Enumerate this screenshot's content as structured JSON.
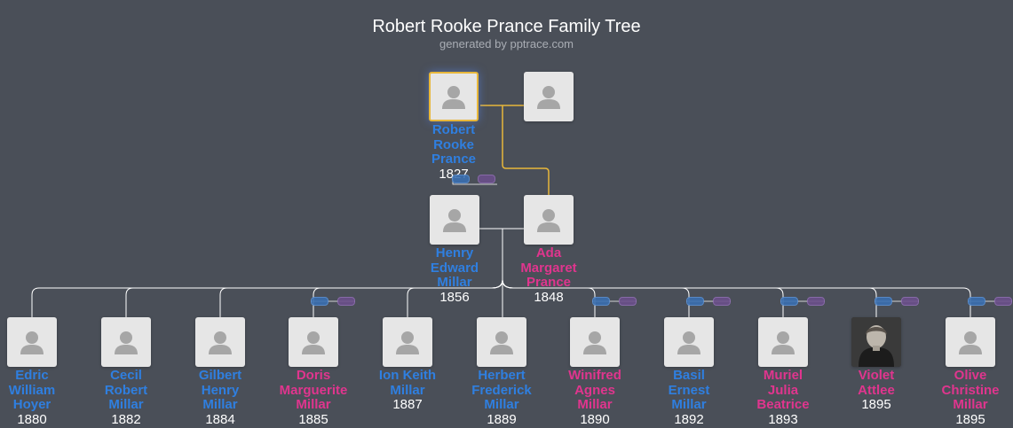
{
  "header": {
    "title": "Robert Rooke Prance Family Tree",
    "subtitle": "generated by pptrace.com"
  },
  "colors": {
    "background": "#4a4f58",
    "male": "#2f7fe0",
    "female": "#e0358e",
    "highlight_line": "#e8b73a",
    "line": "#ffffff"
  },
  "people": [
    {
      "id": "robert",
      "lines": [
        "Robert",
        "Rooke",
        "Prance"
      ],
      "year": "1827",
      "gender": "male",
      "root": true
    },
    {
      "id": "robert-spouse",
      "lines": [],
      "year": "",
      "gender": "unknown"
    },
    {
      "id": "henry",
      "lines": [
        "Henry",
        "Edward",
        "Millar"
      ],
      "year": "1856",
      "gender": "male"
    },
    {
      "id": "ada",
      "lines": [
        "Ada",
        "Margaret",
        "Prance"
      ],
      "year": "1848",
      "gender": "female"
    },
    {
      "id": "edric",
      "lines": [
        "Edric",
        "William",
        "Hoyer"
      ],
      "year": "1880",
      "gender": "male"
    },
    {
      "id": "cecil",
      "lines": [
        "Cecil",
        "Robert",
        "Millar"
      ],
      "year": "1882",
      "gender": "male"
    },
    {
      "id": "gilbert",
      "lines": [
        "Gilbert",
        "Henry",
        "Millar"
      ],
      "year": "1884",
      "gender": "male"
    },
    {
      "id": "doris",
      "lines": [
        "Doris",
        "Marguerite",
        "Millar"
      ],
      "year": "1885",
      "gender": "female"
    },
    {
      "id": "ion",
      "lines": [
        "Ion Keith",
        "Millar"
      ],
      "year": "1887",
      "gender": "male"
    },
    {
      "id": "herbert",
      "lines": [
        "Herbert",
        "Frederick",
        "Millar"
      ],
      "year": "1889",
      "gender": "male"
    },
    {
      "id": "winifred",
      "lines": [
        "Winifred",
        "Agnes",
        "Millar"
      ],
      "year": "1890",
      "gender": "female"
    },
    {
      "id": "basil",
      "lines": [
        "Basil",
        "Ernest",
        "Millar"
      ],
      "year": "1892",
      "gender": "male"
    },
    {
      "id": "muriel",
      "lines": [
        "Muriel",
        "Julia",
        "Beatrice"
      ],
      "year": "1893",
      "gender": "female"
    },
    {
      "id": "violet",
      "lines": [
        "Violet",
        "Attlee"
      ],
      "year": "1895",
      "gender": "female",
      "photo": true
    },
    {
      "id": "olive",
      "lines": [
        "Olive",
        "Christine",
        "Millar"
      ],
      "year": "1895",
      "gender": "female"
    }
  ]
}
